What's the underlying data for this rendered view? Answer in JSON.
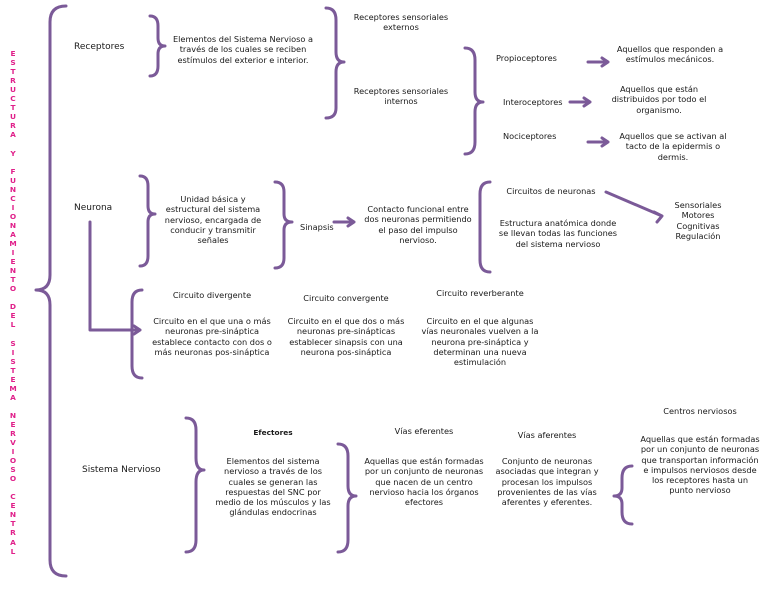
{
  "title_vertical": "ESTRUCTURA Y FUNCIONAMIENTO DEL SISTEMA NERVIOSO CENTRAL",
  "receptores": {
    "label": "Receptores",
    "desc": "Elementos del Sistema Nervioso a través de los cuales se reciben estímulos del exterior e interior.",
    "externos": "Receptores sensoriales externos",
    "internos": "Receptores sensoriales internos",
    "propio": {
      "label": "Propioceptores",
      "desc": "Aquellos que responden a estímulos mecánicos."
    },
    "intero": {
      "label": "Interoceptores",
      "desc": "Aquellos que están distribuidos por todo el organismo."
    },
    "noci": {
      "label": "Nociceptores",
      "desc": "Aquellos que se activan al tacto de la epidermis o dermis."
    }
  },
  "neurona": {
    "label": "Neurona",
    "desc": "Unidad básica y estructural del sistema nervioso, encargada de conducir y transmitir señales",
    "sinapsis": "Sinapsis",
    "sinapsis_desc": "Contacto funcional entre dos neuronas permitiendo el paso del impulso nervioso.",
    "circuitos_title": "Circuitos de neuronas",
    "circuitos_desc": "Estructura anatómica donde se llevan todas las funciones del sistema nervioso",
    "tipos": "Sensoriales Motores Cognitivas Regulación",
    "divergente": {
      "title": "Circuito divergente",
      "desc": "Circuito en el que una o más neuronas pre-sináptica establece contacto con dos o más neuronas pos-sináptica"
    },
    "convergente": {
      "title": "Circuito convergente",
      "desc": "Circuito en el que dos o más neuronas pre-sinápticas establecer sinapsis con una neurona pos-sináptica"
    },
    "reverberante": {
      "title": "Circuito reverberante",
      "desc": "Circuito en el que algunas vías neuronales vuelven a la neurona pre-sináptica y determinan una nueva estimulación"
    }
  },
  "sistema": {
    "label": "Sistema Nervioso",
    "efectores": {
      "title": "Efectores",
      "desc": "Elementos del sistema nervioso a través de los cuales se generan las respuestas del SNC por medio de los músculos y las glándulas endocrinas"
    },
    "eferentes": {
      "title": "Vías eferentes",
      "desc": "Aquellas que están formadas por un conjunto de neuronas que nacen de un centro nervioso hacia los órganos efectores"
    },
    "aferentes": {
      "title": "Vías aferentes",
      "desc": "Conjunto de neuronas asociadas que integran y procesan los impulsos provenientes de las vías aferentes y eferentes."
    },
    "centros": {
      "title": "Centros nerviosos",
      "desc": "Aquellas que están formadas por un conjunto de neuronas que transportan información e impulsos nerviosos desde los receptores hasta un punto nervioso"
    }
  }
}
